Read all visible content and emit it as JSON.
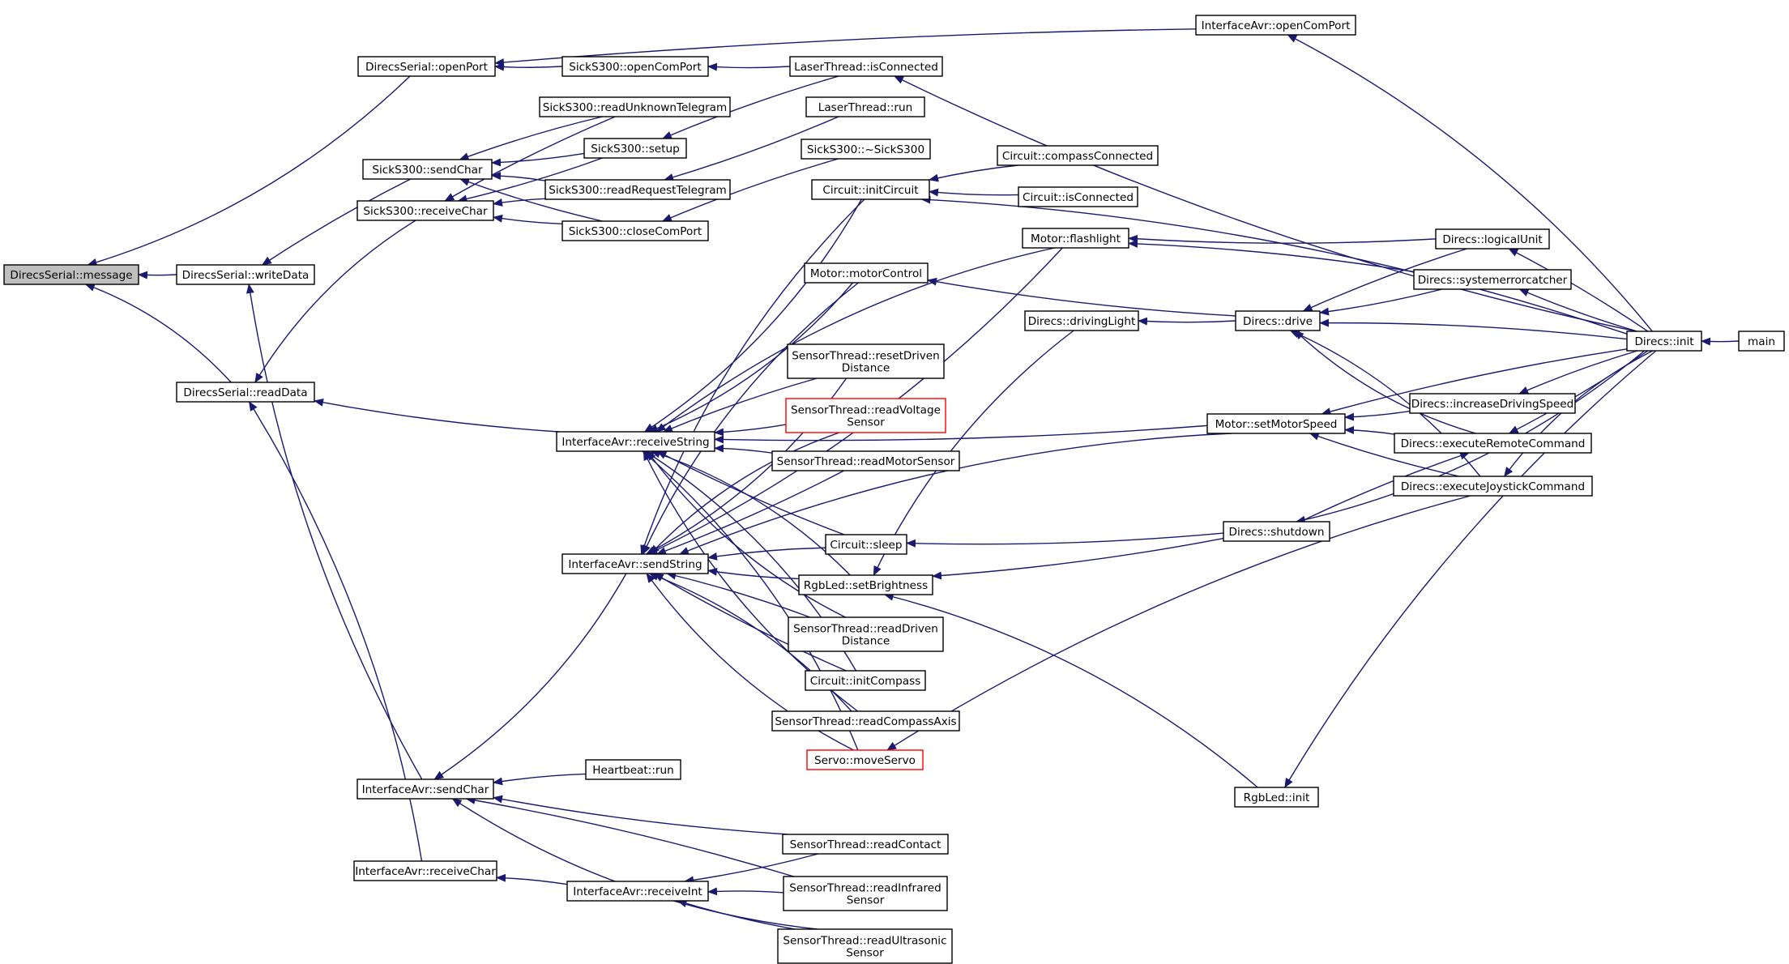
{
  "colors": {
    "edge": "#191970",
    "node_border": "#000000",
    "highlight_border": "#ff0000",
    "focus_fill": "#bfbfbf",
    "node_fill": "#ffffff",
    "text": "#000000"
  },
  "nodes": {
    "message": {
      "label": "DirecsSerial::message",
      "style": "focus"
    },
    "writeData": {
      "label": "DirecsSerial::writeData"
    },
    "readData": {
      "label": "DirecsSerial::readData"
    },
    "openPort": {
      "label": "DirecsSerial::openPort"
    },
    "sendCharSick": {
      "label": "SickS300::sendChar"
    },
    "receiveCharSick": {
      "label": "SickS300::receiveChar"
    },
    "readUnknown": {
      "label": "SickS300::readUnknownTelegram"
    },
    "setupSick": {
      "label": "SickS300::setup"
    },
    "readRequest": {
      "label": "SickS300::readRequestTelegram"
    },
    "closeComPort": {
      "label": "SickS300::closeComPort"
    },
    "openComPortSick": {
      "label": "SickS300::openComPort"
    },
    "openComPortAvr": {
      "label": "InterfaceAvr::openComPort"
    },
    "laserIsConnected": {
      "label": "LaserThread::isConnected"
    },
    "laserRun": {
      "label": "LaserThread::run"
    },
    "sickDestructor": {
      "label": "SickS300::~SickS300"
    },
    "initCircuit": {
      "label": "Circuit::initCircuit"
    },
    "compassConnected": {
      "label": "Circuit::compassConnected"
    },
    "circuitIsConnected": {
      "label": "Circuit::isConnected"
    },
    "flashlight": {
      "label": "Motor::flashlight"
    },
    "motorControl": {
      "label": "Motor::motorControl"
    },
    "resetDriven": {
      "label": "SensorThread::resetDriven\nDistance"
    },
    "readVoltage": {
      "label": "SensorThread::readVoltage\nSensor",
      "style": "red"
    },
    "readMotorSensor": {
      "label": "SensorThread::readMotorSensor"
    },
    "receiveString": {
      "label": "InterfaceAvr::receiveString"
    },
    "sendString": {
      "label": "InterfaceAvr::sendString"
    },
    "circuitSleep": {
      "label": "Circuit::sleep"
    },
    "setBrightness": {
      "label": "RgbLed::setBrightness"
    },
    "readDriven": {
      "label": "SensorThread::readDriven\nDistance"
    },
    "initCompass": {
      "label": "Circuit::initCompass"
    },
    "readCompassAxis": {
      "label": "SensorThread::readCompassAxis"
    },
    "moveServo": {
      "label": "Servo::moveServo",
      "style": "red"
    },
    "sendCharAvr": {
      "label": "InterfaceAvr::sendChar"
    },
    "heartbeatRun": {
      "label": "Heartbeat::run"
    },
    "receiveCharAvr": {
      "label": "InterfaceAvr::receiveChar"
    },
    "receiveInt": {
      "label": "InterfaceAvr::receiveInt"
    },
    "readContact": {
      "label": "SensorThread::readContact"
    },
    "readInfrared": {
      "label": "SensorThread::readInfrared\nSensor"
    },
    "readUltrasonic": {
      "label": "SensorThread::readUltrasonic\nSensor"
    },
    "drivingLight": {
      "label": "Direcs::drivingLight"
    },
    "drive": {
      "label": "Direcs::drive"
    },
    "setMotorSpeed": {
      "label": "Motor::setMotorSpeed"
    },
    "shutdown": {
      "label": "Direcs::shutdown"
    },
    "rgbInit": {
      "label": "RgbLed::init"
    },
    "logicalUnit": {
      "label": "Direcs::logicalUnit"
    },
    "systemerrorcatcher": {
      "label": "Direcs::systemerrorcatcher"
    },
    "increaseDrivingSpeed": {
      "label": "Direcs::increaseDrivingSpeed"
    },
    "executeRemote": {
      "label": "Direcs::executeRemoteCommand"
    },
    "executeJoystick": {
      "label": "Direcs::executeJoystickCommand"
    },
    "direcsInit": {
      "label": "Direcs::init"
    },
    "main": {
      "label": "main"
    }
  },
  "edges": [
    [
      "writeData",
      "message"
    ],
    [
      "readData",
      "message"
    ],
    [
      "openPort",
      "message"
    ],
    [
      "sendCharSick",
      "writeData"
    ],
    [
      "sendCharAvr",
      "writeData"
    ],
    [
      "receiveCharSick",
      "readData"
    ],
    [
      "receiveString",
      "readData"
    ],
    [
      "receiveCharAvr",
      "readData"
    ],
    [
      "openComPortSick",
      "openPort"
    ],
    [
      "openComPortAvr",
      "openPort"
    ],
    [
      "laserIsConnected",
      "openComPortSick"
    ],
    [
      "direcsInit",
      "openComPortAvr"
    ],
    [
      "direcsInit",
      "laserIsConnected"
    ],
    [
      "readUnknown",
      "sendCharSick"
    ],
    [
      "setupSick",
      "sendCharSick"
    ],
    [
      "readRequest",
      "sendCharSick"
    ],
    [
      "closeComPort",
      "sendCharSick"
    ],
    [
      "readUnknown",
      "receiveCharSick"
    ],
    [
      "setupSick",
      "receiveCharSick"
    ],
    [
      "readRequest",
      "receiveCharSick"
    ],
    [
      "closeComPort",
      "receiveCharSick"
    ],
    [
      "laserIsConnected",
      "setupSick"
    ],
    [
      "laserRun",
      "readRequest"
    ],
    [
      "sickDestructor",
      "closeComPort"
    ],
    [
      "initCircuit",
      "receiveString"
    ],
    [
      "flashlight",
      "receiveString"
    ],
    [
      "motorControl",
      "receiveString"
    ],
    [
      "resetDriven",
      "receiveString"
    ],
    [
      "readVoltage",
      "receiveString"
    ],
    [
      "readMotorSensor",
      "receiveString"
    ],
    [
      "circuitSleep",
      "receiveString"
    ],
    [
      "setBrightness",
      "receiveString"
    ],
    [
      "readDriven",
      "receiveString"
    ],
    [
      "initCompass",
      "receiveString"
    ],
    [
      "readCompassAxis",
      "receiveString"
    ],
    [
      "moveServo",
      "receiveString"
    ],
    [
      "setMotorSpeed",
      "receiveString"
    ],
    [
      "initCircuit",
      "sendString"
    ],
    [
      "flashlight",
      "sendString"
    ],
    [
      "motorControl",
      "sendString"
    ],
    [
      "resetDriven",
      "sendString"
    ],
    [
      "readVoltage",
      "sendString"
    ],
    [
      "readMotorSensor",
      "sendString"
    ],
    [
      "circuitSleep",
      "sendString"
    ],
    [
      "setBrightness",
      "sendString"
    ],
    [
      "readDriven",
      "sendString"
    ],
    [
      "initCompass",
      "sendString"
    ],
    [
      "readCompassAxis",
      "sendString"
    ],
    [
      "moveServo",
      "sendString"
    ],
    [
      "setMotorSpeed",
      "sendString"
    ],
    [
      "sendString",
      "sendCharAvr"
    ],
    [
      "heartbeatRun",
      "sendCharAvr"
    ],
    [
      "readContact",
      "sendCharAvr"
    ],
    [
      "readInfrared",
      "sendCharAvr"
    ],
    [
      "readUltrasonic",
      "sendCharAvr"
    ],
    [
      "receiveInt",
      "receiveCharAvr"
    ],
    [
      "readContact",
      "receiveInt"
    ],
    [
      "readInfrared",
      "receiveInt"
    ],
    [
      "readUltrasonic",
      "receiveInt"
    ],
    [
      "compassConnected",
      "initCircuit"
    ],
    [
      "circuitIsConnected",
      "initCircuit"
    ],
    [
      "direcsInit",
      "initCircuit"
    ],
    [
      "logicalUnit",
      "flashlight"
    ],
    [
      "systemerrorcatcher",
      "flashlight"
    ],
    [
      "drive",
      "motorControl"
    ],
    [
      "drivingLight",
      "setBrightness"
    ],
    [
      "shutdown",
      "setBrightness"
    ],
    [
      "rgbInit",
      "setBrightness"
    ],
    [
      "shutdown",
      "circuitSleep"
    ],
    [
      "executeJoystick",
      "moveServo"
    ],
    [
      "drive",
      "drivingLight"
    ],
    [
      "logicalUnit",
      "drive"
    ],
    [
      "systemerrorcatcher",
      "drive"
    ],
    [
      "direcsInit",
      "drive"
    ],
    [
      "executeRemote",
      "drive"
    ],
    [
      "executeJoystick",
      "drive"
    ],
    [
      "increaseDrivingSpeed",
      "setMotorSpeed"
    ],
    [
      "executeRemote",
      "setMotorSpeed"
    ],
    [
      "executeJoystick",
      "setMotorSpeed"
    ],
    [
      "direcsInit",
      "setMotorSpeed"
    ],
    [
      "shutdown",
      "executeRemote"
    ],
    [
      "direcsInit",
      "logicalUnit"
    ],
    [
      "direcsInit",
      "systemerrorcatcher"
    ],
    [
      "direcsInit",
      "increaseDrivingSpeed"
    ],
    [
      "direcsInit",
      "executeRemote"
    ],
    [
      "direcsInit",
      "executeJoystick"
    ],
    [
      "direcsInit",
      "shutdown"
    ],
    [
      "direcsInit",
      "rgbInit"
    ],
    [
      "main",
      "direcsInit"
    ]
  ]
}
